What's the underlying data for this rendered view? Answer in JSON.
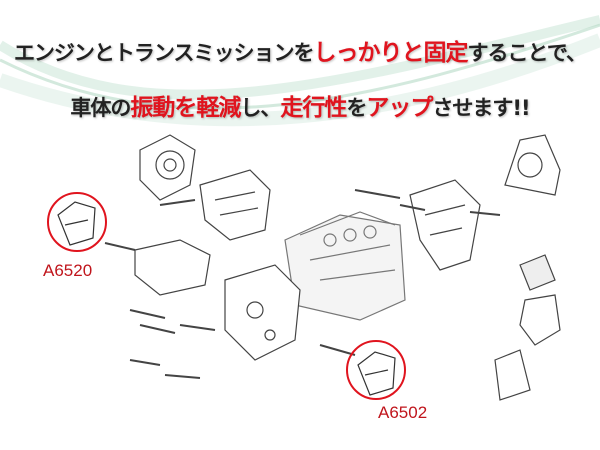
{
  "headline": {
    "line1": [
      {
        "text": "エンジンとトランスミッションを",
        "highlight": false
      },
      {
        "text": "しっかりと固定",
        "highlight": true
      },
      {
        "text": "することで、",
        "highlight": false
      }
    ],
    "line2": [
      {
        "text": "車体の",
        "highlight": false
      },
      {
        "text": "振動を軽減",
        "highlight": true
      },
      {
        "text": "し、",
        "highlight": false
      },
      {
        "text": "走行性",
        "highlight": true
      },
      {
        "text": "を",
        "highlight": false
      },
      {
        "text": "アップ",
        "highlight": true
      },
      {
        "text": "させます!!",
        "highlight": false
      }
    ]
  },
  "callouts": [
    {
      "part_number": "A6520"
    },
    {
      "part_number": "A6502"
    }
  ],
  "colors": {
    "highlight": "#e0141e",
    "callout": "#c0151c",
    "swoosh": "#a9d3bd"
  }
}
